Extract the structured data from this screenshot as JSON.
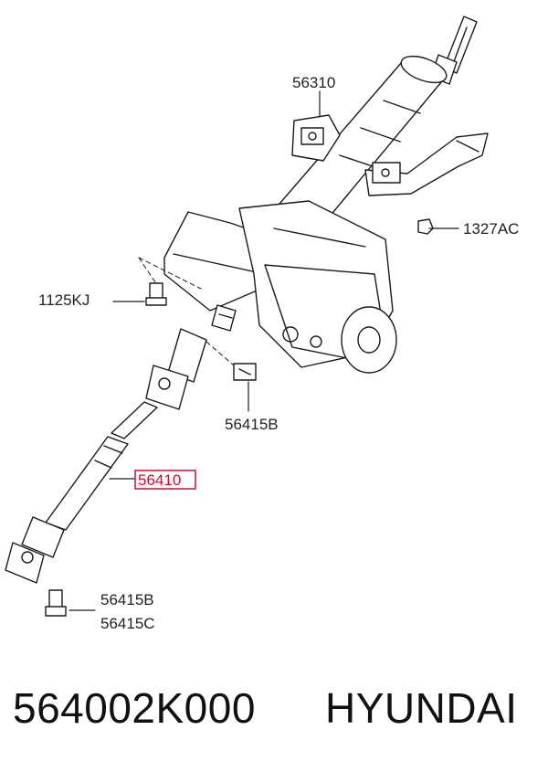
{
  "callouts": {
    "c56310": "56310",
    "c1327ac": "1327AC",
    "c1125kj": "1125KJ",
    "c56415b_top": "56415B",
    "c56410": "56410",
    "c56415b_bottom": "56415B",
    "c56415c": "56415C"
  },
  "highlight_color": "#c8102e",
  "footer": {
    "part_number": "564002K000",
    "brand": "HYUNDAI"
  }
}
